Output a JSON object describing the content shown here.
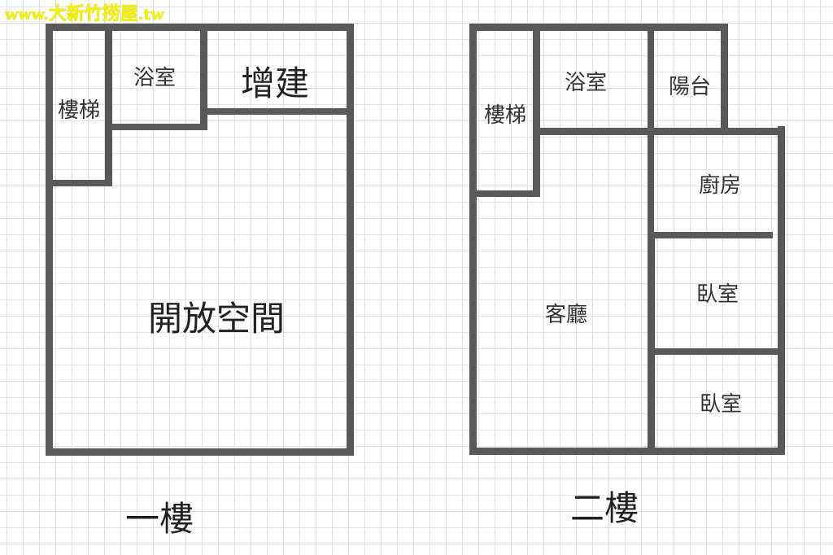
{
  "watermark": {
    "prefix": "www.",
    "main": "大新竹捞屋",
    "suffix": ".tw"
  },
  "floor1": {
    "title": "一樓",
    "rooms": {
      "stairs": "樓梯",
      "bathroom": "浴室",
      "extension": "增建",
      "open_space": "開放空間"
    }
  },
  "floor2": {
    "title": "二樓",
    "rooms": {
      "stairs": "樓梯",
      "bathroom": "浴室",
      "balcony": "陽台",
      "kitchen": "廚房",
      "living_room": "客廳",
      "bedroom_1": "臥室",
      "bedroom_2": "臥室"
    }
  },
  "colors": {
    "wall": "#595959",
    "grid": "#e2e2e2",
    "watermark": "#f2f200"
  }
}
